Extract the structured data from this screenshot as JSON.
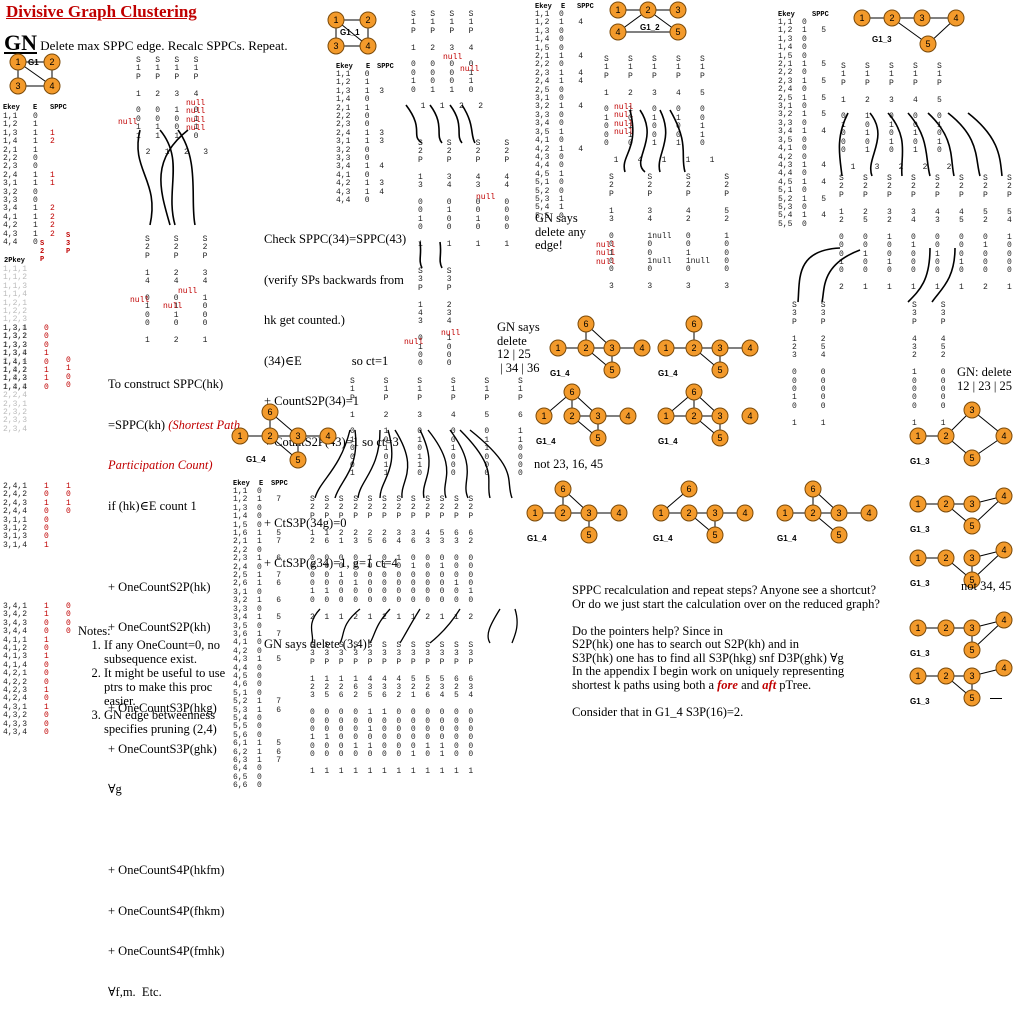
{
  "title": "Divisive Graph Clustering",
  "subtitle_gn": "GN",
  "subtitle_rest": "Delete max SPPC edge. Recalc SPPCs. Repeat.",
  "graphs": {
    "g1": "G1",
    "g1_1": "G1_1",
    "g1_2": "G1_2",
    "g1_3": "G1_3",
    "g1_4": "G1_4"
  },
  "headers": {
    "ekey": "Ekey",
    "e": "E",
    "sppc": "SPPC",
    "twopkey": "2Pkey",
    "s2p": "S\n2\nP",
    "s3p": "S\n3\nP",
    "s1p": "S\n1\nP"
  },
  "null_label": "null",
  "first_edges": "1,1\n1,2\n1,3\n1,4\n2,1\n2,2\n2,3\n2,4\n3,1\n3,2\n3,3\n3,4\n4,1\n4,2\n4,3\n4,4",
  "first_E": "0\n1\n1\n1\n1\n0\n0\n1\n1\n0\n0\n1\n1\n1\n1\n0",
  "first_sppc": "\n\n1\n2\n\n\n\n1\n1\n\n\n2\n2\n2\n2\n",
  "construction_text": {
    "l1": "To construct SPPC(hk)",
    "l2": "=SPPC(kh)",
    "l2b": "(Shortest Path",
    "l3": "Participation Count)",
    "l4": "if (hk)∈E count 1",
    "l5": "+ OneCountS2P(hk)",
    "l6": "+ OneCountS2P(kh)",
    "l7": "+ OneCountS3P(hkg)",
    "l8": "+ OneCountS3P(ghk)",
    "l9": "∀g",
    "l10": "+ OneCountS4P(hkfm)",
    "l11": "+ OneCountS4P(fhkm)",
    "l12": "+ OneCountS4P(fmhk)",
    "l13": "∀f,m.  Etc."
  },
  "notes": {
    "heading": "Notes:",
    "items": [
      "If any OneCount=0, no subsequence exist.",
      "It might be useful to use ptrs to make this proc easier.",
      "GN edge betweenness specifies pruning (2,4)"
    ]
  },
  "check_text": {
    "l1": "Check SPPC(34)=SPPC(43)",
    "l2": "(verify SPs backwards from",
    "l3": "hk get counted.)",
    "l4": "(34)∈E                so ct=1",
    "l5": "+ CountS2P(34)=1",
    "l6": "+ CountS2P(43)=1 so ct=3",
    "l7": "+ CtS3P(34g)=0",
    "l8": "+ CtS3P(g34)=1, g=1 ct=4",
    "l9": "GN says delete (3,4)!"
  },
  "gn_any": "GN says\ndelete any\nedge!",
  "gn_delete_12": "GN says\ndelete\n12 | 25\n | 34 | 36",
  "not_23": "not 23, 16, 45",
  "gn_delete_right": "GN: delete\n12 | 23 | 25",
  "not_34": "not 34, 45",
  "bottom_text": {
    "p1": "SPPC recalculation and repeat steps?  Anyone see a shortcut?  Or do we just start the calculation over on the reduced graph?",
    "p2a": "Do the pointers help?  Since in",
    "p2b": "S2P(hk) one has to search out S2P(kh) and in",
    "p2c": "S3P(hk) one has to find all S3P(hkg) snf D3P(ghk) ∀g",
    "p2d": "In the appendix I begin work on uniquely representing",
    "p2e": "shortest k paths using both a",
    "fore": "fore",
    "and": "and",
    "aft": "aft",
    "p2f": "pTree.",
    "p3": "Consider that in G1_4 S3P(16)=2."
  },
  "colors": {
    "node_fill": "#f39a2b",
    "node_stroke": "#7a4a0a",
    "red": "#c00000"
  }
}
